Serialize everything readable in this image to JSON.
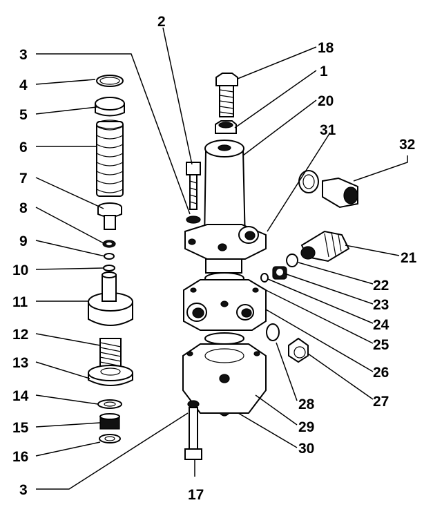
{
  "diagram": {
    "callouts": {
      "c1": "1",
      "c2": "2",
      "c3a": "3",
      "c3b": "3",
      "c4": "4",
      "c5": "5",
      "c6": "6",
      "c7": "7",
      "c8": "8",
      "c9": "9",
      "c10": "10",
      "c11": "11",
      "c12": "12",
      "c13": "13",
      "c14": "14",
      "c15": "15",
      "c16": "16",
      "c17": "17",
      "c18": "18",
      "c20": "20",
      "c21": "21",
      "c22": "22",
      "c23": "23",
      "c24": "24",
      "c25": "25",
      "c26": "26",
      "c27": "27",
      "c28": "28",
      "c29": "29",
      "c30": "30",
      "c31": "31",
      "c32": "32"
    }
  }
}
